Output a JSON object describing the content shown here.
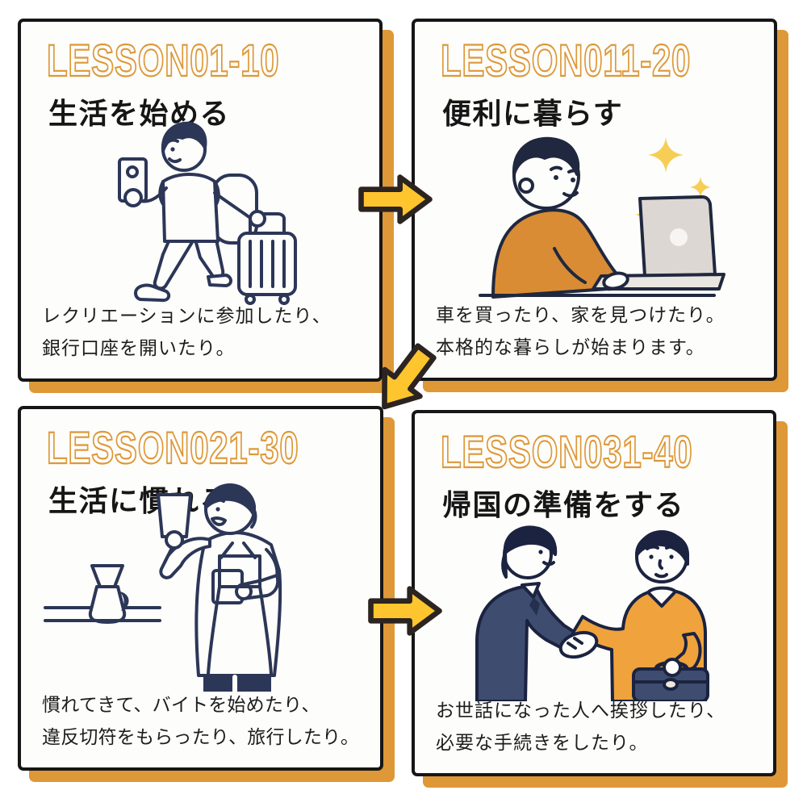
{
  "page": {
    "background": "#ffffff",
    "description": "Four-step lesson roadmap infographic with arrows"
  },
  "colors": {
    "accent_orange": "#DE9838",
    "panel_border": "#161616",
    "panel_bg": "#FDFDFB",
    "arrow_fill": "#FFC52E",
    "arrow_outline": "#2B2420",
    "heading_color": "#161616",
    "body_text_color": "#1d1d1d",
    "illustration_navy": "#2C3657",
    "illustration_dark_navy": "#1B2340",
    "suit_navy": "#3E4C70",
    "sweater_orange": "#D98C34",
    "shirt_orange": "#F0A23C",
    "sparkle_yellow": "#F6CE55",
    "laptop_gray": "#DCD7D2"
  },
  "panels": [
    {
      "id": "lesson-01-10",
      "lesson_label": "LESSON01-10",
      "heading": "生活を始める",
      "description_lines": [
        "レクリエーションに参加したり、",
        "銀行口座を開いたり。"
      ],
      "illustration": "traveler-walking-with-phone-and-suitcase"
    },
    {
      "id": "lesson-011-20",
      "lesson_label": "LESSON011-20",
      "heading": "便利に暮らす",
      "description_lines": [
        "車を買ったり、家を見つけたり。",
        "本格的な暮らしが始まります。"
      ],
      "illustration": "man-using-laptop-with-sparkles"
    },
    {
      "id": "lesson-021-30",
      "lesson_label": "LESSON021-30",
      "heading": "生活に慣れる",
      "description_lines": [
        "慣れてきて、バイトを始めたり、",
        "違反切符をもらったり、旅行したり。"
      ],
      "illustration": "barista-with-apron-holding-drinks"
    },
    {
      "id": "lesson-031-40",
      "lesson_label": "LESSON031-40",
      "heading": "帰国の準備をする",
      "description_lines": [
        "お世話になった人へ挨拶したり、",
        "必要な手続きをしたり。"
      ],
      "illustration": "two-men-shaking-hands-with-briefcase"
    }
  ],
  "arrows": [
    {
      "name": "arrow-step1-to-step2",
      "direction": "right"
    },
    {
      "name": "arrow-step2-to-step3",
      "direction": "down-left"
    },
    {
      "name": "arrow-step3-to-step4",
      "direction": "right"
    }
  ]
}
